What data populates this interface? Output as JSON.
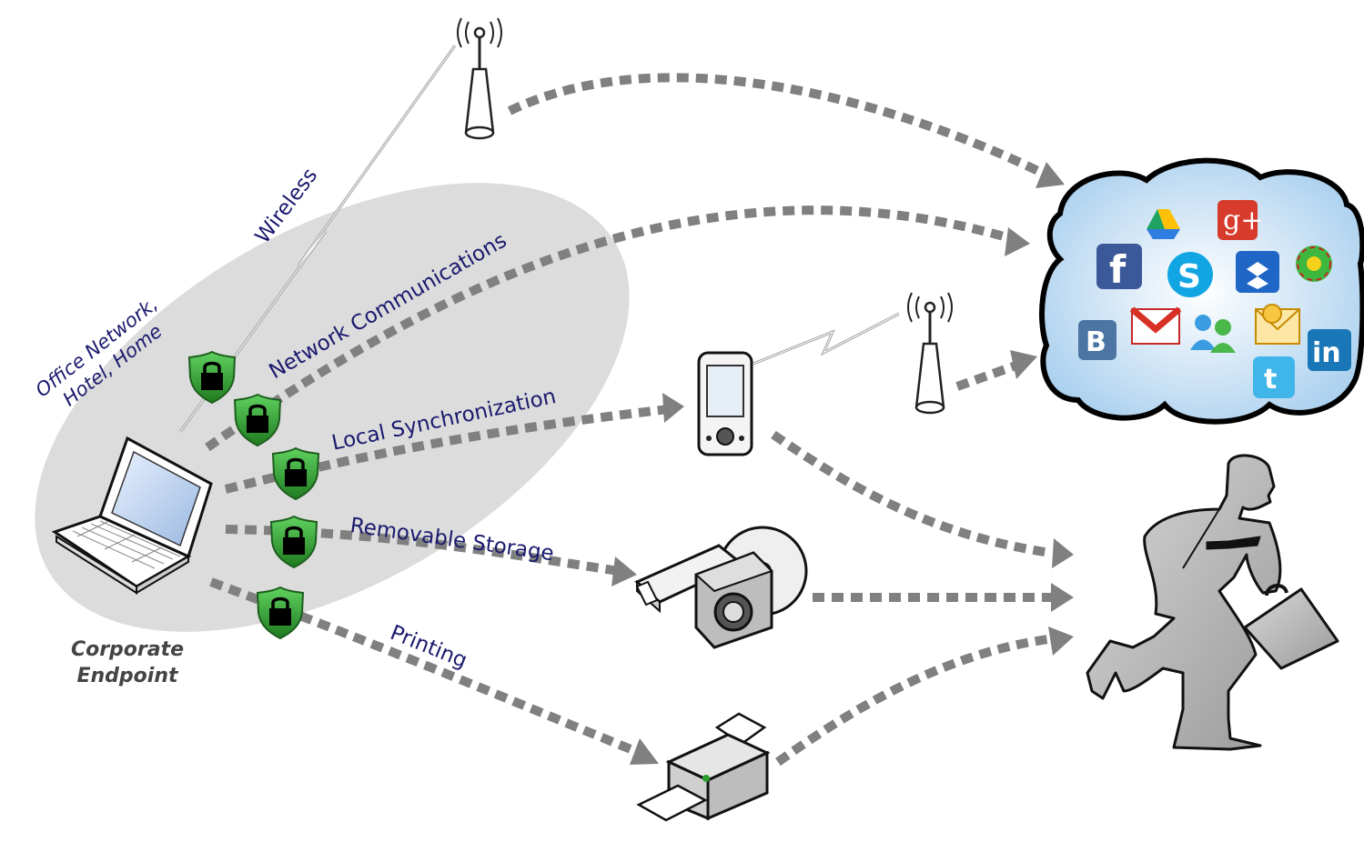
{
  "labels": {
    "wireless": "Wireless",
    "office_line1": "Office Network,",
    "office_line2": "Hotel, Home",
    "network": "Network Communications",
    "sync": "Local Synchronization",
    "storage": "Removable Storage",
    "printing": "Printing",
    "endpoint_line1": "Corporate",
    "endpoint_line2": "Endpoint"
  },
  "cloud_icons": [
    "google-drive-icon",
    "google-plus-icon",
    "facebook-icon",
    "skype-icon",
    "dropbox-icon",
    "icq-icon",
    "vk-icon",
    "gmail-icon",
    "messenger-icon",
    "mail-icon",
    "linkedin-icon",
    "twitter-icon"
  ],
  "colors": {
    "arrow": "#808080",
    "shield": "#2e8b2e",
    "label_text": "#1a1a6e",
    "ellipse": "#d9d9d9",
    "cloud_fill": "#cfe6f7"
  }
}
